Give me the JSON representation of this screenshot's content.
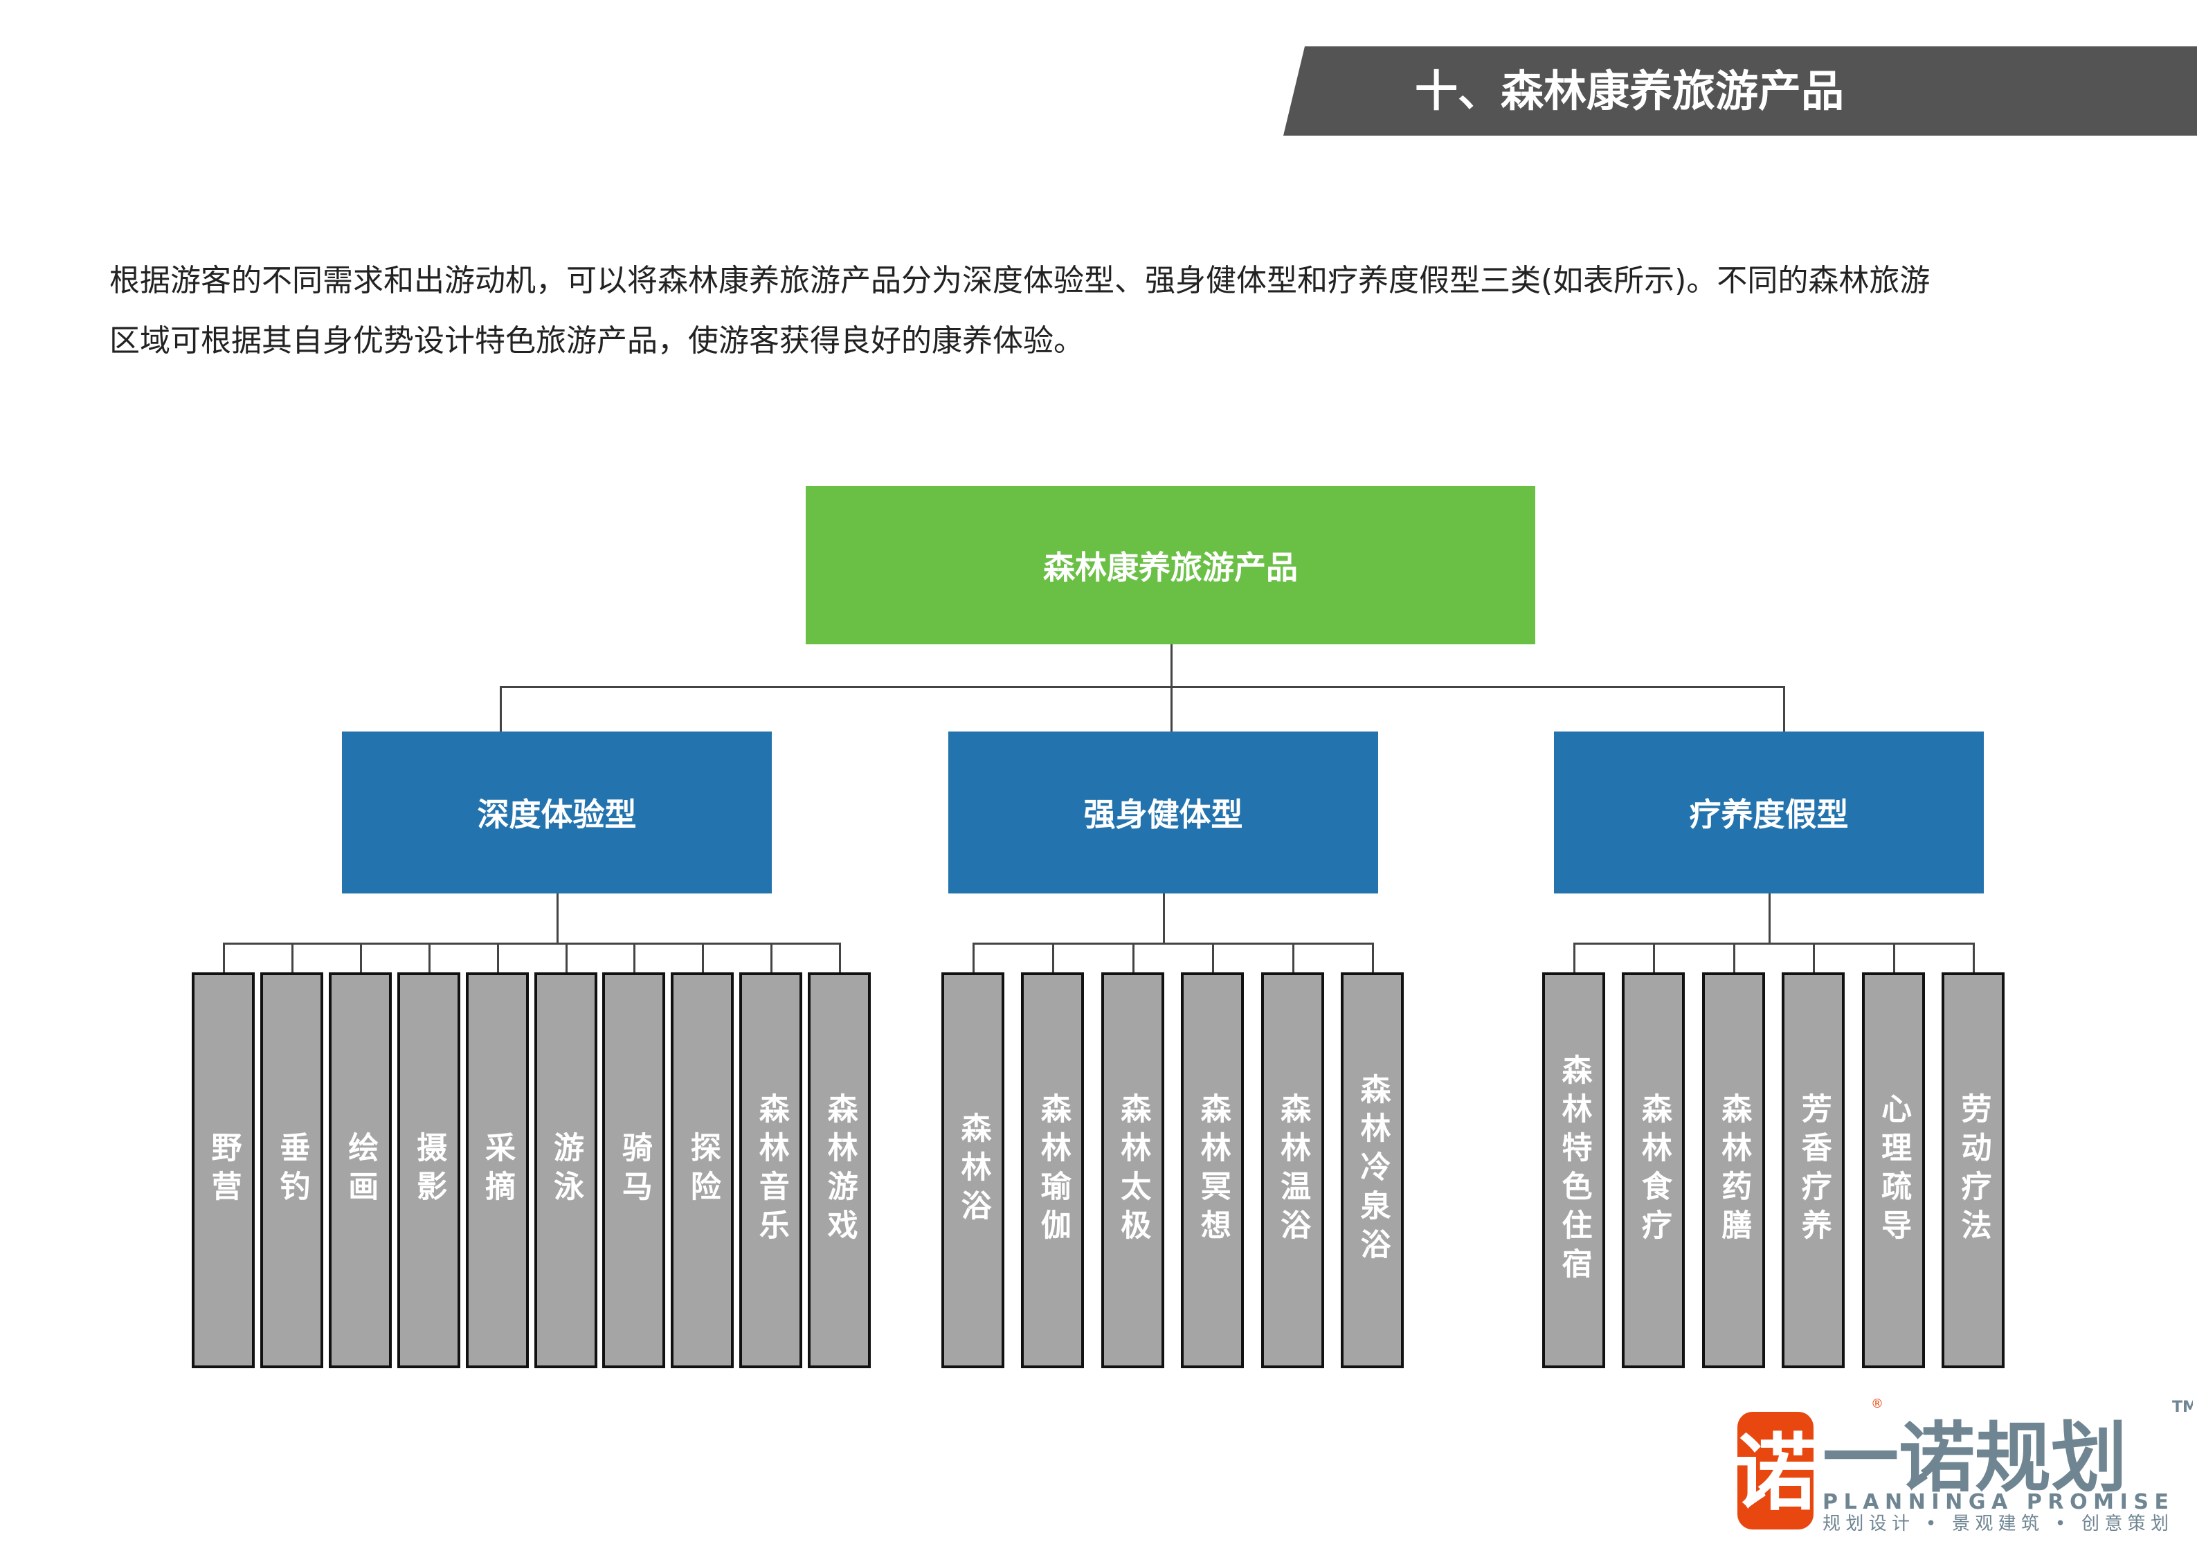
{
  "header": {
    "title": "十、森林康养旅游产品"
  },
  "intro": {
    "line1": "根据游客的不同需求和出游动机，可以将森林康养旅游产品分为深度体验型、强身健体型和疗养度假型三类(如表所示)。不同的森林旅游",
    "line2": "区域可根据其自身优势设计特色旅游产品，使游客获得良好的康养体验。"
  },
  "diagram": {
    "root": "森林康养旅游产品",
    "categories": [
      {
        "label": "深度体验型",
        "items": [
          "野营",
          "垂钓",
          "绘画",
          "摄影",
          "采摘",
          "游泳",
          "骑马",
          "探险",
          "森林音乐",
          "森林游戏"
        ]
      },
      {
        "label": "强身健体型",
        "items": [
          "森林浴",
          "森林瑜伽",
          "森林太极",
          "森林冥想",
          "森林温浴",
          "森林冷泉浴"
        ]
      },
      {
        "label": "疗养度假型",
        "items": [
          "森林特色住宿",
          "森林食疗",
          "森林药膳",
          "芳香疗养",
          "心理疏导",
          "劳动疗法"
        ]
      }
    ]
  },
  "logo": {
    "brand": "一诺规划",
    "english": "PLANNINGA PROMISE",
    "tagline": "规划设计 • 景观建筑 • 创意策划",
    "mark": "诺"
  },
  "colors": {
    "header": "#545454",
    "root": "#6abf45",
    "category": "#2373ae",
    "leaf": "#a5a5a5",
    "logo_orange": "#e8470f",
    "logo_grey": "#6f8592"
  }
}
